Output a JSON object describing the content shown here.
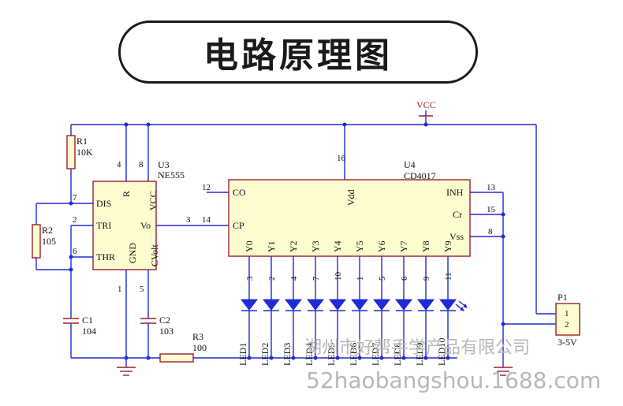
{
  "title": "电路原理图",
  "power": {
    "vcc": "VCC"
  },
  "u3": {
    "ref": "U3",
    "part": "NE555",
    "pins": {
      "DIS": "DIS",
      "TRI": "TRI",
      "THR": "THR",
      "R": "R",
      "VCC": "VCC",
      "Vo": "Vo",
      "CVolt": "CVolt",
      "GND": "GND"
    },
    "pin_numbers": {
      "DIS": "7",
      "TRI": "2",
      "THR": "6",
      "R": "4",
      "VCC": "8",
      "Vo": "3",
      "CVolt": "5",
      "GND": "1"
    }
  },
  "u4": {
    "ref": "U4",
    "part": "CD4017",
    "pins": {
      "CO": "CO",
      "CP": "CP",
      "Vdd": "Vdd",
      "INH": "INH",
      "Cr": "Cr",
      "Vss": "Vss"
    },
    "pin_numbers": {
      "CO": "12",
      "CP": "14",
      "Vdd": "16",
      "INH": "13",
      "Cr": "15",
      "Vss": "8"
    },
    "outputs": [
      "Y0",
      "Y1",
      "Y2",
      "Y3",
      "Y4",
      "Y5",
      "Y6",
      "Y7",
      "Y8",
      "Y9"
    ],
    "output_pins": [
      "3",
      "2",
      "4",
      "7",
      "10",
      "1",
      "5",
      "6",
      "9",
      "11"
    ]
  },
  "components": {
    "r1": {
      "ref": "R1",
      "value": "10K"
    },
    "r2": {
      "ref": "R2",
      "value": "105"
    },
    "r3": {
      "ref": "R3",
      "value": "100"
    },
    "c1": {
      "ref": "C1",
      "value": "104"
    },
    "c2": {
      "ref": "C2",
      "value": "103"
    }
  },
  "leds": [
    "LED1",
    "LED2",
    "LED3",
    "LED4",
    "LED5",
    "LED6",
    "LED7",
    "LED8",
    "LED9",
    "LED10"
  ],
  "p1": {
    "ref": "P1",
    "pin1": "1",
    "pin2": "2",
    "voltage": "3-5V"
  },
  "watermark": {
    "line1": "湖州市好帮手学产品有限公司",
    "line2": "52haobangshou.1688.com"
  },
  "colors": {
    "wire": "#1f2bd6",
    "chip_border": "#9c1f2a",
    "chip_fill": "#fdfdd0"
  }
}
